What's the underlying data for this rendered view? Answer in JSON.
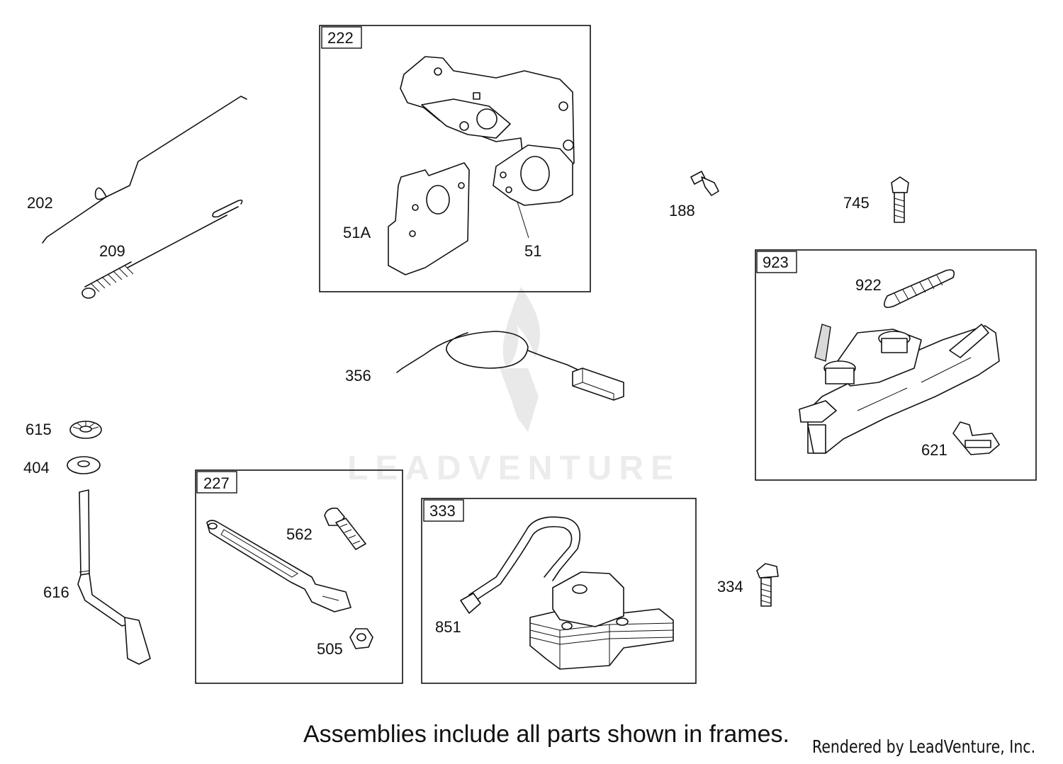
{
  "watermark": {
    "text": "LEADVENTURE"
  },
  "frames": [
    {
      "id": "222",
      "label": "222"
    },
    {
      "id": "923",
      "label": "923"
    },
    {
      "id": "227",
      "label": "227"
    },
    {
      "id": "333",
      "label": "333"
    }
  ],
  "parts": {
    "p202": "202",
    "p209": "209",
    "p51A": "51A",
    "p51": "51",
    "p188": "188",
    "p745": "745",
    "p922": "922",
    "p621": "621",
    "p356": "356",
    "p615": "615",
    "p404": "404",
    "p616": "616",
    "p562": "562",
    "p505": "505",
    "p851": "851",
    "p334": "334"
  },
  "footer": {
    "note": "Assemblies include all parts shown in frames.",
    "credit": "Rendered by LeadVenture, Inc."
  }
}
